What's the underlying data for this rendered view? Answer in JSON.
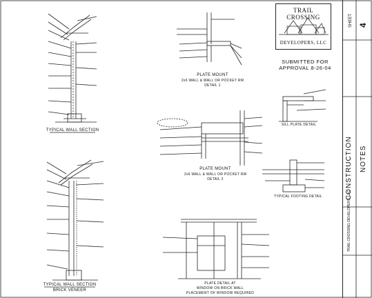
{
  "logo": {
    "name": "TRAIL CROSSING",
    "company": "DEVELOPERS, LLC"
  },
  "stamp": {
    "line1": "SUBMITTED FOR",
    "line2": "APPROVAL 8-26-04"
  },
  "captions": {
    "wall_section_top": "TYPICAL WALL SECTION",
    "wall_section_bottom_1": "TYPICAL WALL SECTION",
    "wall_section_bottom_2": "BRICK VENEER",
    "plan_detail_1_a": "PLATE MOUNT",
    "plan_detail_1_b": "2x6 WALL & WALL OR POCKET RM",
    "plan_detail_1_c": "DETAIL 1",
    "plan_detail_2_a": "PLATE MOUNT",
    "plan_detail_2_b": "2x6 WALL & WALL OR POCKET RM",
    "plan_detail_2_c": "DETAIL 2",
    "rim_detail": "SILL PLATE DETAIL",
    "footing_detail": "TYPICAL FOOTING DETAIL",
    "window_detail_a": "PLATE DETAIL AT",
    "window_detail_b": "WINDOW ON BRICK WALL",
    "window_detail_c": "PLACEMENT OF WINDOW REQUIRED"
  },
  "title_block": {
    "sheet_label": "SHEET",
    "sheet_number": "4",
    "drawing_title_1": "CONSTRUCTION",
    "drawing_title_2": "NOTES",
    "project_label": "TRAIL CROSSING DEVELOPERS, LLC"
  }
}
